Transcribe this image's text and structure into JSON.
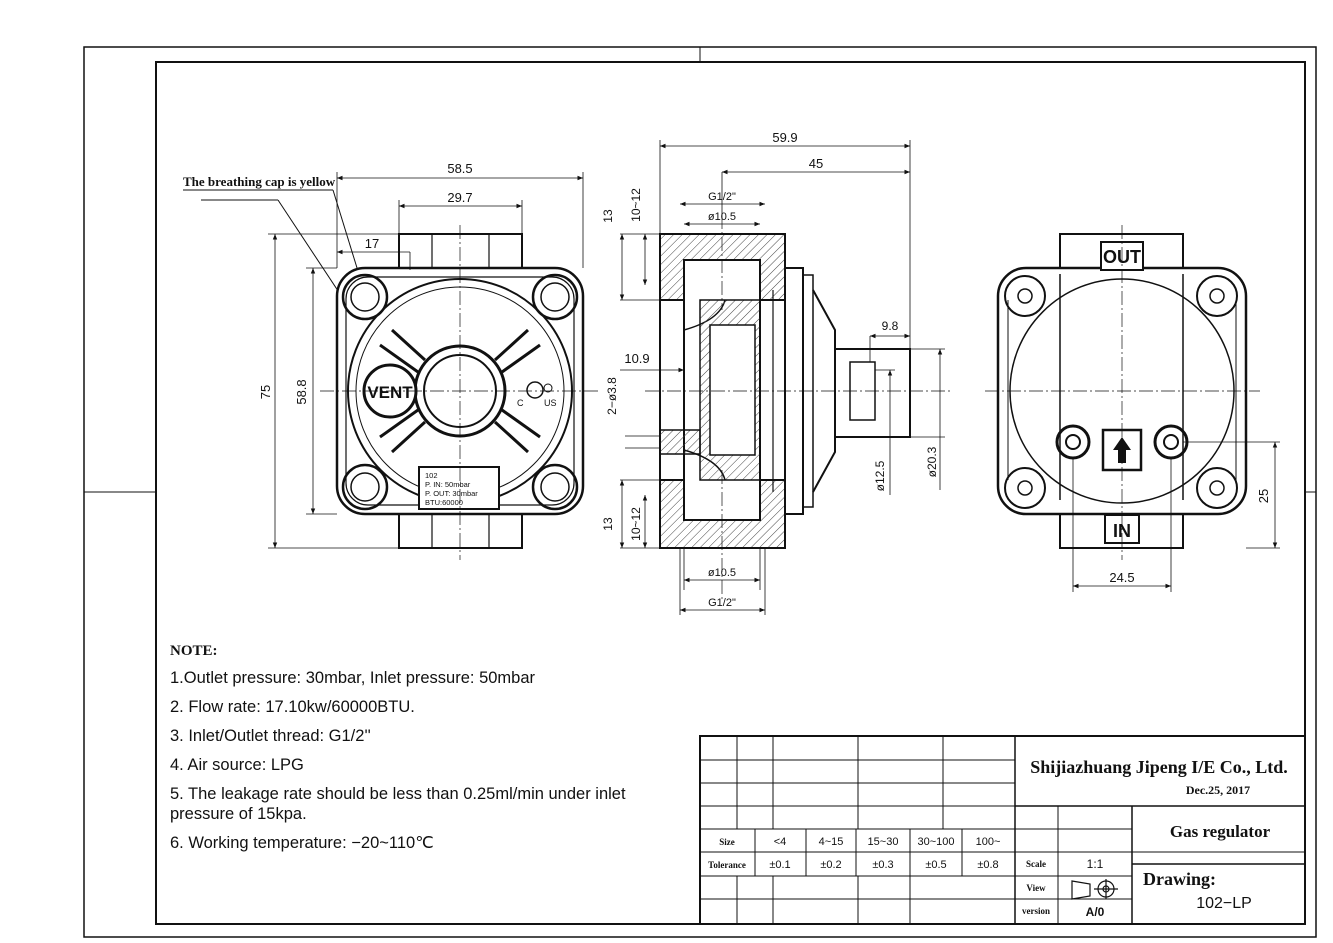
{
  "breathing_cap_note": "The breathing cap is yellow",
  "front_view": {
    "dims": {
      "width_total": "58.5",
      "boss_width": "29.7",
      "offset": "17",
      "height_total": "75",
      "body_height": "58.8"
    },
    "vent_label": "VENT",
    "cert_c": "C",
    "cert_us": "US",
    "nameplate": [
      "102",
      "P. IN: 50mbar",
      "P. OUT: 30mbar",
      "BTU:60000"
    ]
  },
  "section_view": {
    "dims": {
      "overall": "59.9",
      "partial": "45",
      "thread_top": "G1/2\"",
      "dia_top": "ø10.5",
      "depth_13_top": "13",
      "range_top": "10~12",
      "cap_offset": "9.8",
      "offset_left": "10.9",
      "holes": "2−ø3.8",
      "dia_inner": "ø12.5",
      "dia_outer": "ø20.3",
      "depth_13_bottom": "13",
      "range_bottom": "10~12",
      "dia_bottom": "ø10.5",
      "thread_bottom": "G1/2\""
    }
  },
  "rear_view": {
    "out_label": "OUT",
    "in_label": "IN",
    "dims": {
      "spacing": "24.5",
      "height": "25"
    }
  },
  "notes": {
    "title": "NOTE:",
    "items": [
      "1.Outlet pressure: 30mbar, Inlet pressure: 50mbar",
      "2. Flow rate: 17.10kw/60000BTU.",
      "3. Inlet/Outlet thread: G1/2''",
      "4. Air source: LPG",
      "5. The leakage rate should be less than 0.25ml/min under inlet pressure of 15kpa.",
      "6. Working temperature: −20~110℃"
    ]
  },
  "title_block": {
    "company": "Shijiazhuang Jipeng I/E Co., Ltd.",
    "date": "Dec.25, 2017",
    "part_name": "Gas regulator",
    "drawing_label": "Drawing:",
    "drawing_number": "102−LP",
    "size_label": "Size",
    "tolerance_label": "Tolerance",
    "sizes": [
      "<4",
      "4~15",
      "15~30",
      "30~100",
      "100~"
    ],
    "tolerances": [
      "±0.1",
      "±0.2",
      "±0.3",
      "±0.5",
      "±0.8"
    ],
    "scale_label": "Scale",
    "scale_value": "1:1",
    "view_label": "View",
    "version_label": "version",
    "version_value": "A/0"
  }
}
